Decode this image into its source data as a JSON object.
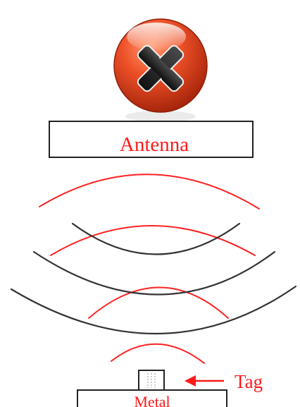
{
  "diagram": {
    "status_icon": {
      "icon": "x-mark-icon",
      "meaning": "error",
      "colors": {
        "circle": "#e8461f",
        "circle_dark": "#b32a0f",
        "highlight": "#fbb79a",
        "mark": "#2b2b2b"
      }
    },
    "antenna": {
      "label": "Antenna",
      "label_color": "#ff1a1a"
    },
    "tag": {
      "label": "Tag",
      "label_color": "#ff1a1a"
    },
    "metal": {
      "label": "Metal",
      "label_color": "#ff1a1a"
    },
    "wave_colors": {
      "incident": "#ff2222",
      "reflected": "#333333"
    }
  }
}
